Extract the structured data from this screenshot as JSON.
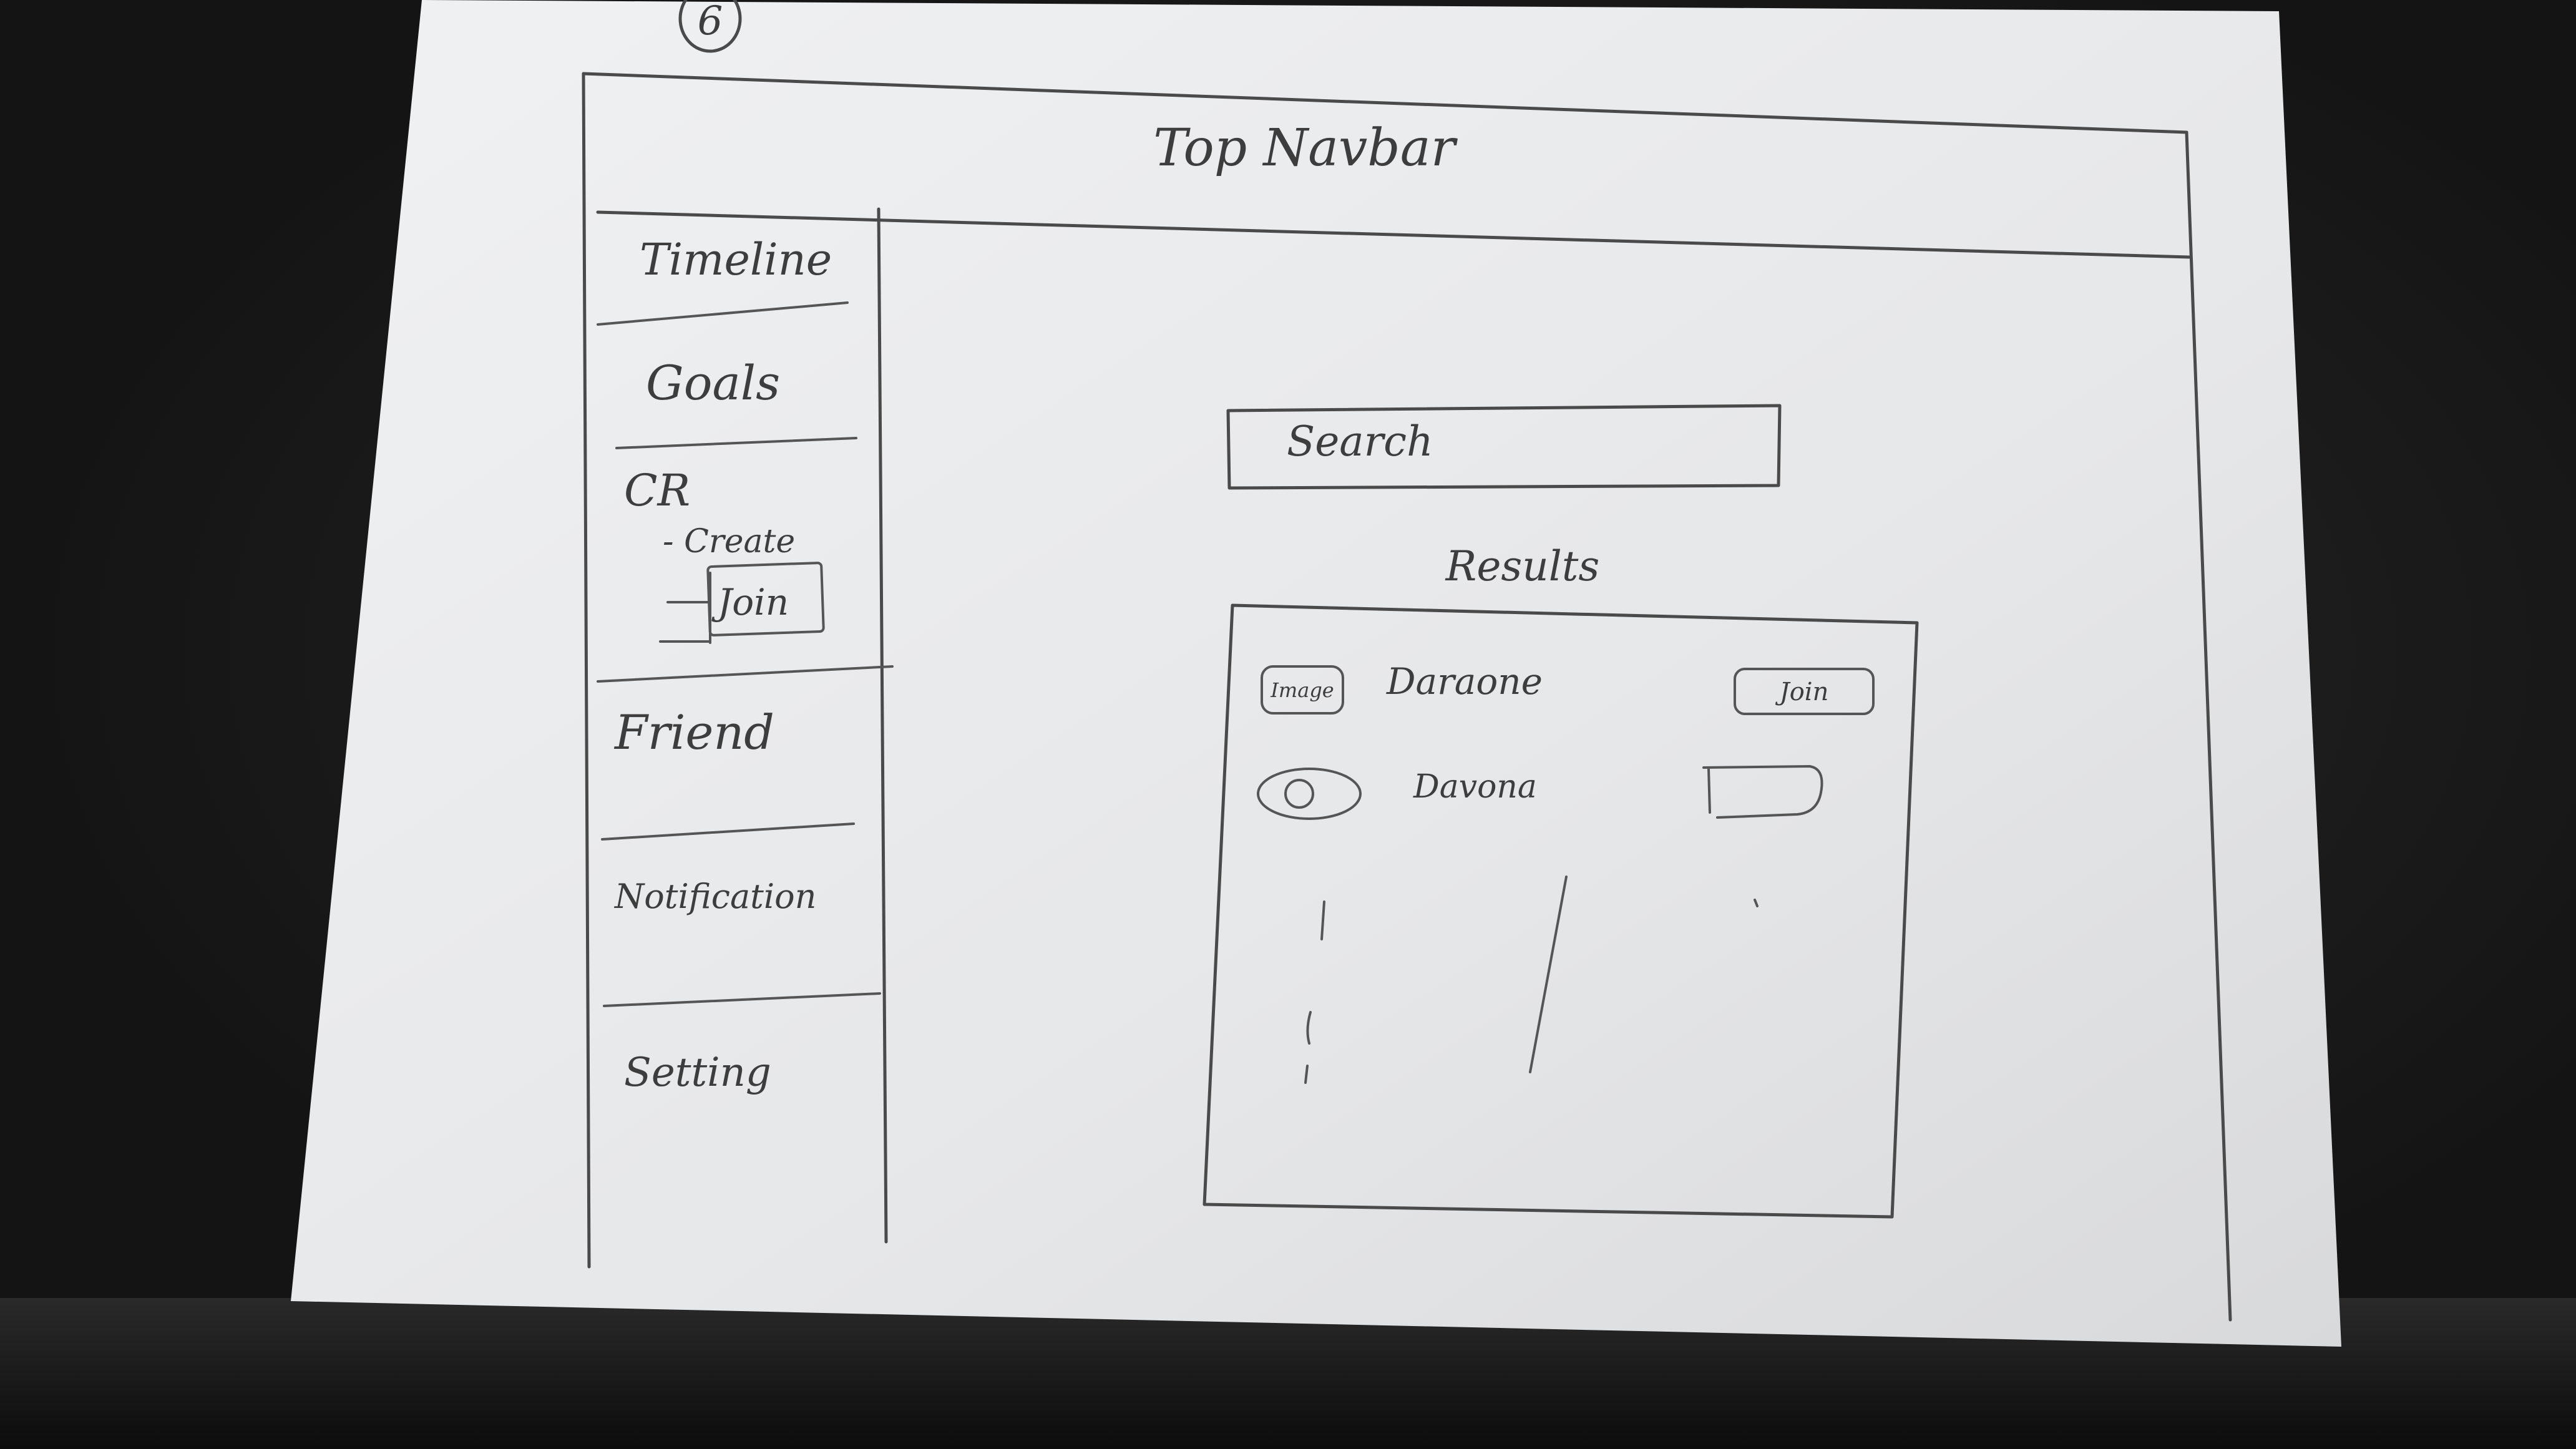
{
  "page_number": "6",
  "top_navbar": {
    "label": "Top Navbar"
  },
  "sidebar": {
    "items": [
      {
        "label": "Timeline"
      },
      {
        "label": "Goals"
      },
      {
        "label": "CR",
        "sub": [
          "- Create",
          "Join"
        ]
      },
      {
        "label": "Friend"
      },
      {
        "label": "Notification"
      },
      {
        "label": "Setting"
      }
    ]
  },
  "main": {
    "search": {
      "label": "Search"
    },
    "results": {
      "heading": "Results",
      "rows": [
        {
          "image_label": "Image",
          "name": "Daraone",
          "button_label": "Join"
        },
        {
          "image_label": "",
          "name": "Davona",
          "button_label": ""
        }
      ]
    }
  },
  "colors": {
    "paper": "#e9eaec",
    "pencil": "#4a4a4a",
    "background": "#141414"
  }
}
